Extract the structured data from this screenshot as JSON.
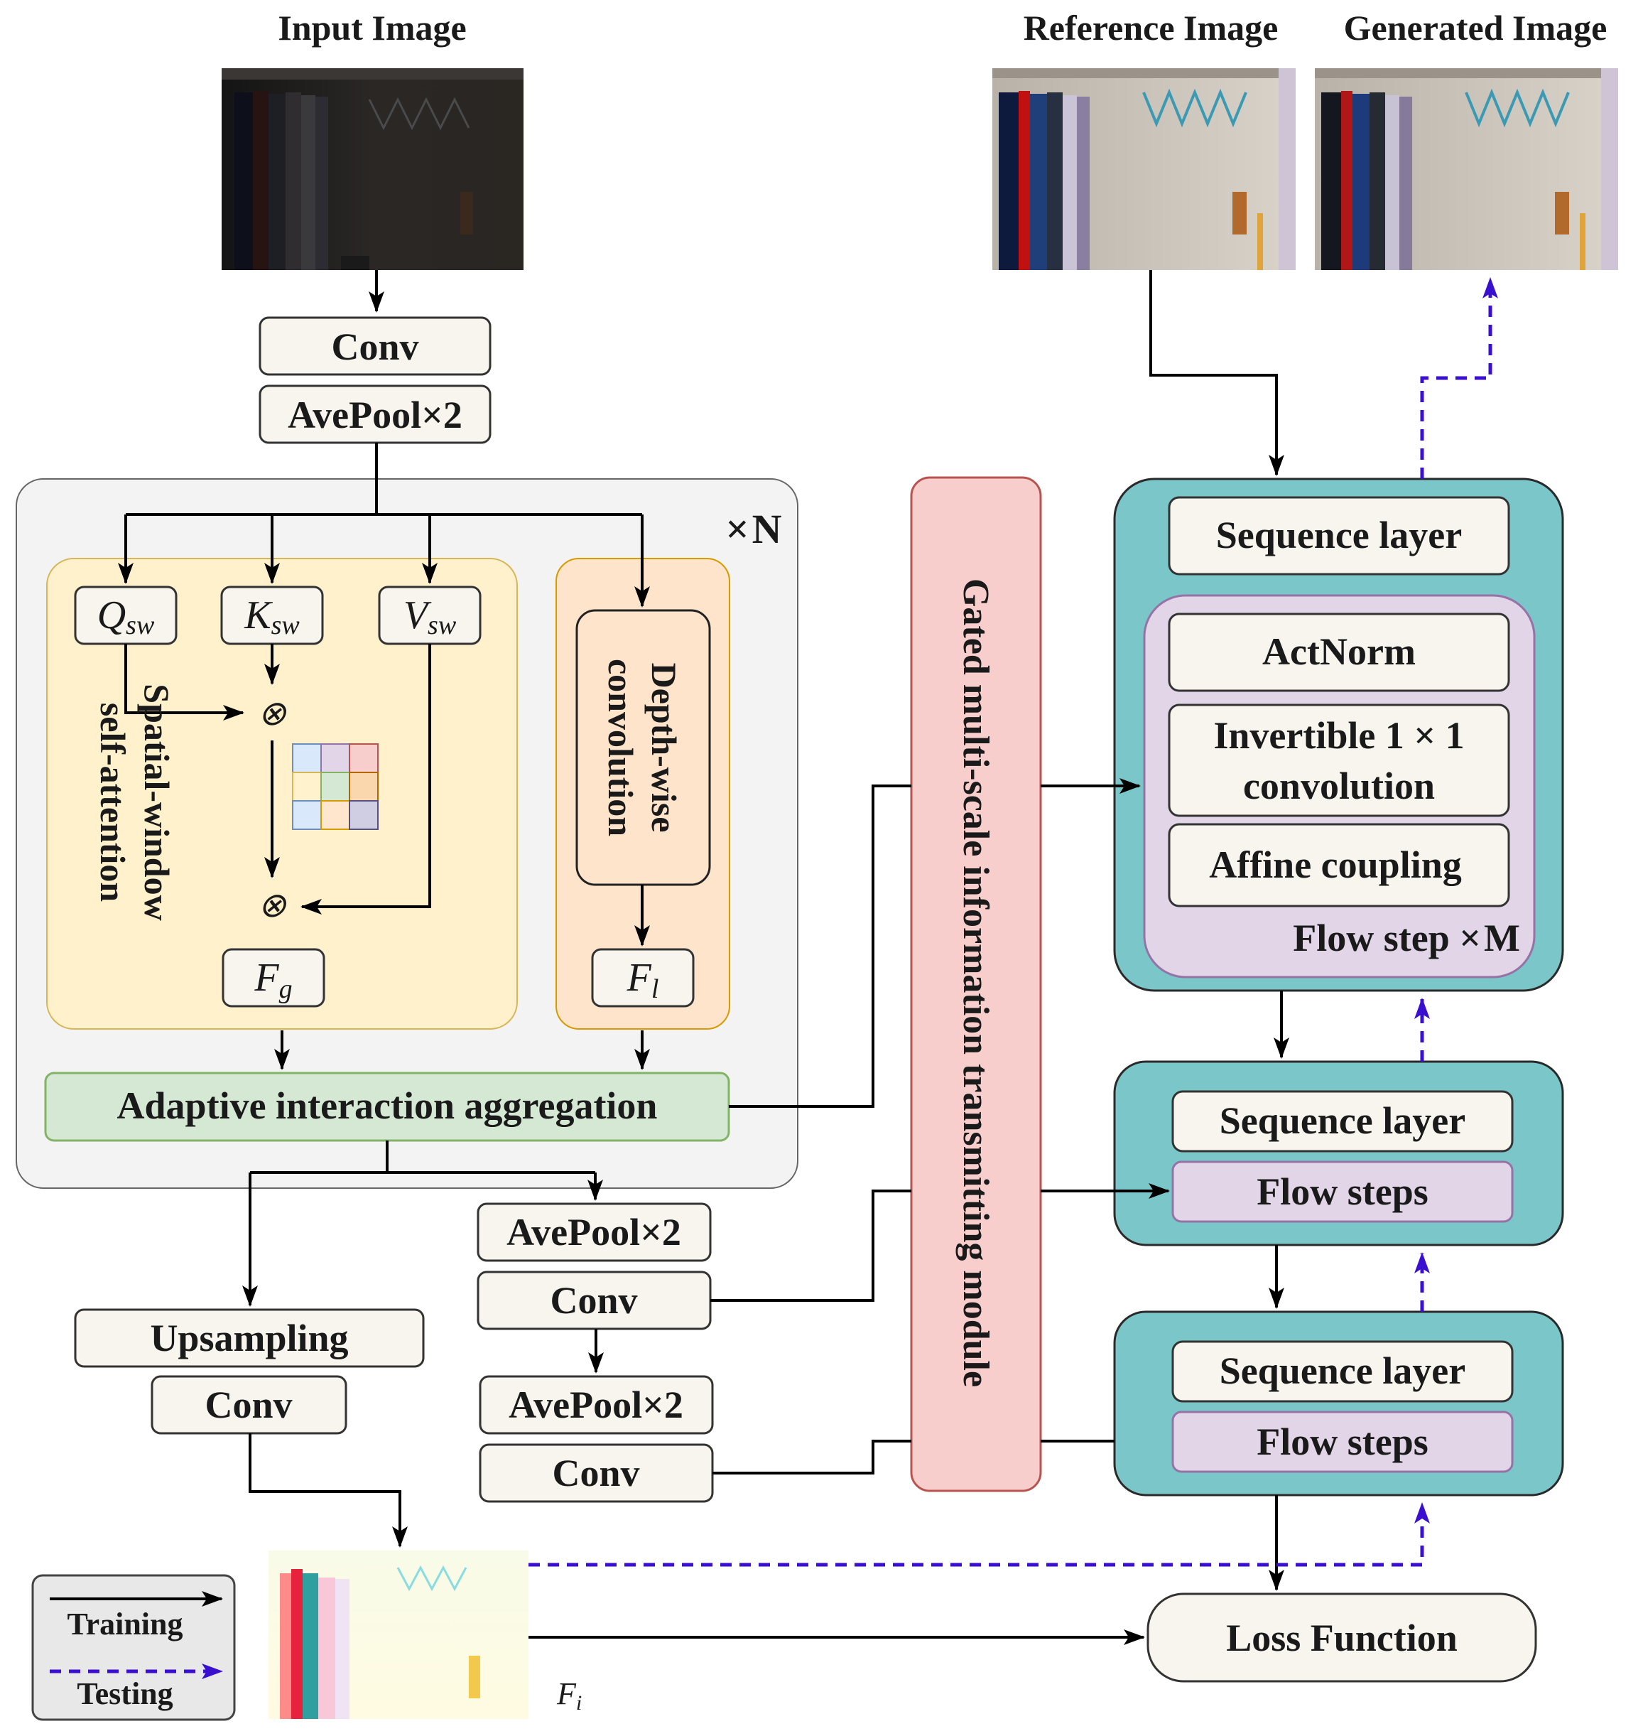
{
  "labels": {
    "input_image": "Input Image",
    "reference_image": "Reference Image",
    "generated_image": "Generated Image",
    "conv": "Conv",
    "avepool": "AvePool×2",
    "upsampling": "Upsampling",
    "times_n_prefix": "×",
    "times_n_var": "N",
    "q": "Q",
    "k": "K",
    "v": "V",
    "sw": "sw",
    "multiply": "⊗",
    "f": "F",
    "g": "g",
    "l": "l",
    "i": "i",
    "spatial_line1": "Spatial-window",
    "spatial_line2": "self-attention",
    "depthwise_line1": "Depth-wise",
    "depthwise_line2": "convolution",
    "adaptive": "Adaptive interaction aggregation",
    "gated": "Gated multi-scale information transmitting module",
    "sequence_layer": "Sequence layer",
    "actnorm": "ActNorm",
    "invertible_line1": "Invertible 1 × 1",
    "invertible_line2": "convolution",
    "affine": "Affine coupling",
    "flow_step_prefix": "Flow step ×",
    "flow_step_var": "M",
    "flow_steps": "Flow steps",
    "loss_function": "Loss Function"
  },
  "legend": {
    "training": "Training",
    "testing": "Testing"
  },
  "colors": {
    "training_arrow": "#000000",
    "testing_arrow": "#3a0fd0",
    "outer_panel": "#f3f3f3",
    "attention_panel": "#fff1cc",
    "depthwise_panel": "#ffe4cc",
    "adaptive_box": "#d5e8d4",
    "gated_module": "#f8cecc",
    "flow_block": "#7ac6c9",
    "flow_inner": "#e1d5e7",
    "node_box": "#f7f5ee"
  }
}
